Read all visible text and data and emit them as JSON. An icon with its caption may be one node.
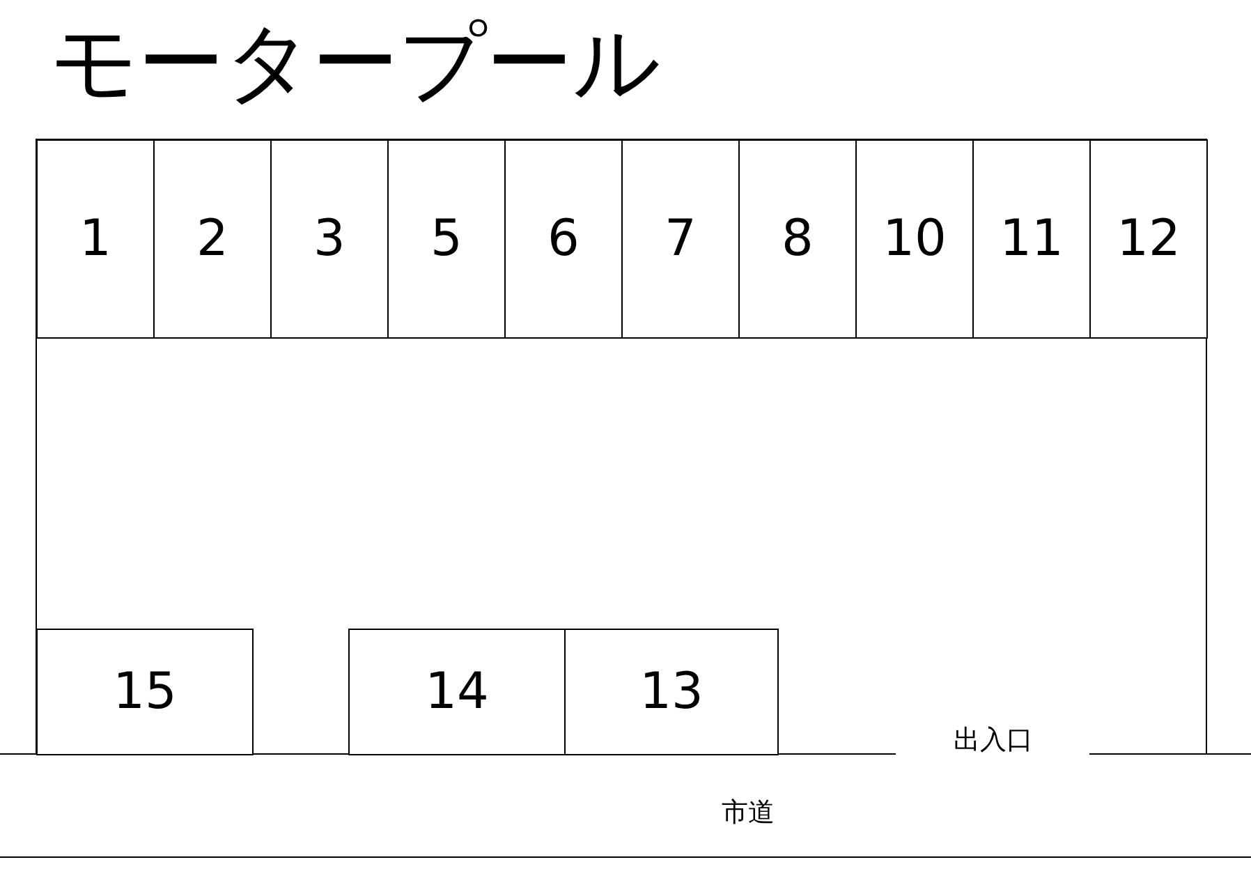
{
  "diagram": {
    "title": "モータープール",
    "nodes": [
      {
        "text": [
          "1"
        ]
      },
      {
        "text": [
          "2"
        ]
      },
      {
        "text": [
          "3"
        ]
      },
      {
        "text": [
          "5"
        ]
      },
      {
        "text": [
          "6"
        ]
      },
      {
        "text": [
          "7"
        ]
      },
      {
        "text": [
          "8"
        ]
      },
      {
        "text": [
          "10"
        ]
      },
      {
        "text": [
          "11"
        ]
      },
      {
        "text": [
          "12"
        ]
      },
      {
        "text": [
          "15"
        ]
      },
      {
        "text": [
          "14"
        ]
      },
      {
        "text": [
          "13"
        ]
      }
    ],
    "labels": [
      "出入口",
      "市道"
    ]
  }
}
